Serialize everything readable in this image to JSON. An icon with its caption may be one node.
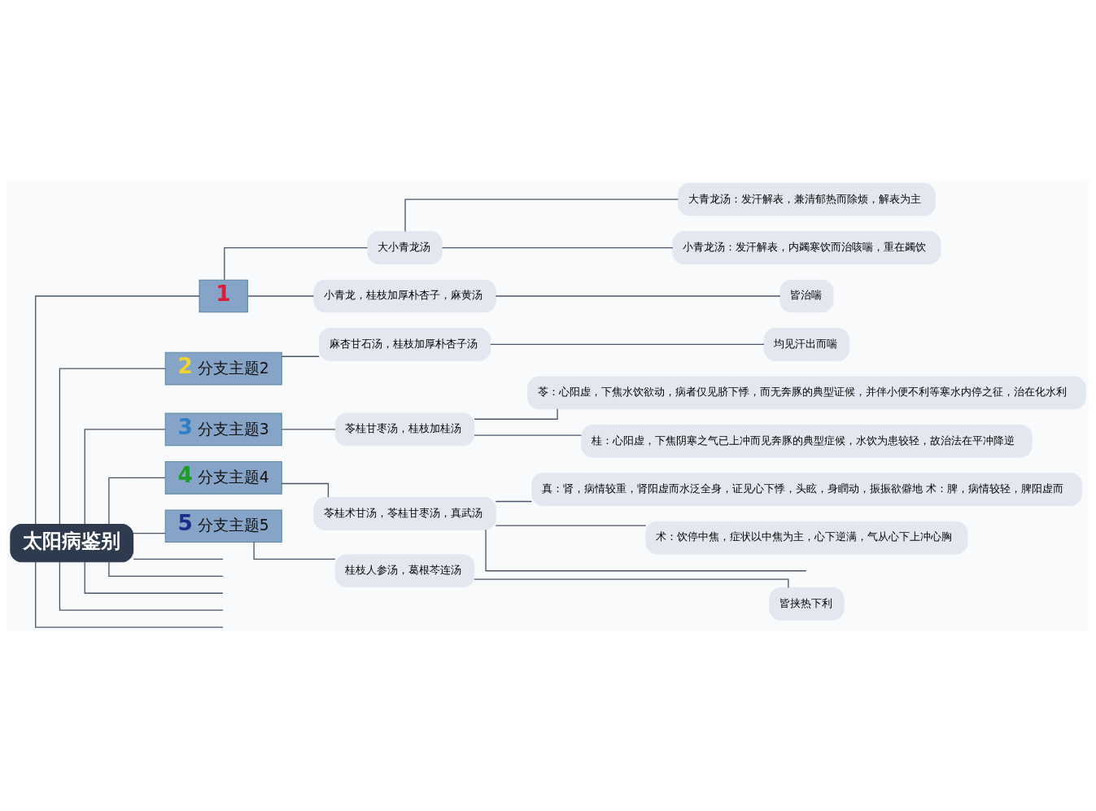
{
  "diagram": {
    "nodes": [
      {
        "text": [
          "太阳病鉴别"
        ]
      },
      {
        "text": [
          "1"
        ]
      },
      {
        "text": [
          "大小青龙汤"
        ]
      },
      {
        "text": [
          "大青龙汤：发汗解表，兼清郁热而除烦，解表为主"
        ]
      },
      {
        "text": [
          "小青龙汤：发汗解表，内蠲寒饮而治咳喘，重在蠲饮"
        ]
      },
      {
        "text": [
          "小青龙，桂枝加厚朴杏子，麻黄汤"
        ]
      },
      {
        "text": [
          "皆治喘"
        ]
      },
      {
        "text": [
          "2",
          "分支主题2"
        ]
      },
      {
        "text": [
          "麻杏甘石汤，桂枝加厚朴杏子汤"
        ]
      },
      {
        "text": [
          "均见汗出而喘"
        ]
      },
      {
        "text": [
          "3",
          "分支主题3"
        ]
      },
      {
        "text": [
          "苓桂甘枣汤，桂枝加桂汤"
        ]
      },
      {
        "text": [
          "苓：心阳虚，下焦水饮欲动，病者仅见脐下悸，而无奔豚的典型证候，并伴小便不利等寒水内停之征，治在化水利"
        ]
      },
      {
        "text": [
          "桂：心阳虚，下焦阴寒之气已上冲而见奔豚的典型症候，水饮为患较轻，故治法在平冲降逆"
        ]
      },
      {
        "text": [
          "4",
          "分支主题4"
        ]
      },
      {
        "text": [
          "苓桂术甘汤，苓桂甘枣汤，真武汤"
        ]
      },
      {
        "text": [
          "真：肾，病情较重，肾阳虚而水泛全身，证见心下悸，头眩，身瞤动，振振欲僻地 术：脾，病情较轻，脾阳虚而"
        ]
      },
      {
        "text": [
          "术：饮停中焦，症状以中焦为主，心下逆满，气从心下上冲心胸"
        ]
      },
      {
        "text": [
          "5",
          "分支主题5"
        ]
      },
      {
        "text": [
          "桂枝人参汤，葛根芩连汤"
        ]
      },
      {
        "text": [
          "皆挟热下利"
        ]
      }
    ],
    "edges": [
      {
        "from": 0,
        "to": 1,
        "arrow": "none"
      },
      {
        "from": 1,
        "to": 2,
        "arrow": "none"
      },
      {
        "from": 2,
        "to": 3,
        "arrow": "none"
      },
      {
        "from": 2,
        "to": 4,
        "arrow": "none"
      },
      {
        "from": 1,
        "to": 5,
        "arrow": "none"
      },
      {
        "from": 5,
        "to": 6,
        "arrow": "none"
      },
      {
        "from": 0,
        "to": 7,
        "arrow": "none"
      },
      {
        "from": 7,
        "to": 8,
        "arrow": "none"
      },
      {
        "from": 8,
        "to": 9,
        "arrow": "none"
      },
      {
        "from": 0,
        "to": 10,
        "arrow": "none"
      },
      {
        "from": 10,
        "to": 11,
        "arrow": "none"
      },
      {
        "from": 11,
        "to": 12,
        "arrow": "none"
      },
      {
        "from": 11,
        "to": 13,
        "arrow": "none"
      },
      {
        "from": 0,
        "to": 14,
        "arrow": "none"
      },
      {
        "from": 14,
        "to": 15,
        "arrow": "none"
      },
      {
        "from": 15,
        "to": 16,
        "arrow": "none"
      },
      {
        "from": 15,
        "to": 17,
        "arrow": "none"
      },
      {
        "from": 15,
        "to": null,
        "arrow": "none"
      },
      {
        "from": 0,
        "to": 18,
        "arrow": "none"
      },
      {
        "from": 18,
        "to": 19,
        "arrow": "none"
      },
      {
        "from": 19,
        "to": 20,
        "arrow": "none"
      },
      {
        "from": 0,
        "to": null,
        "arrow": "none"
      },
      {
        "from": 0,
        "to": null,
        "arrow": "none"
      },
      {
        "from": 0,
        "to": null,
        "arrow": "none"
      },
      {
        "from": 0,
        "to": null,
        "arrow": "none"
      },
      {
        "from": 0,
        "to": null,
        "arrow": "none"
      }
    ]
  }
}
